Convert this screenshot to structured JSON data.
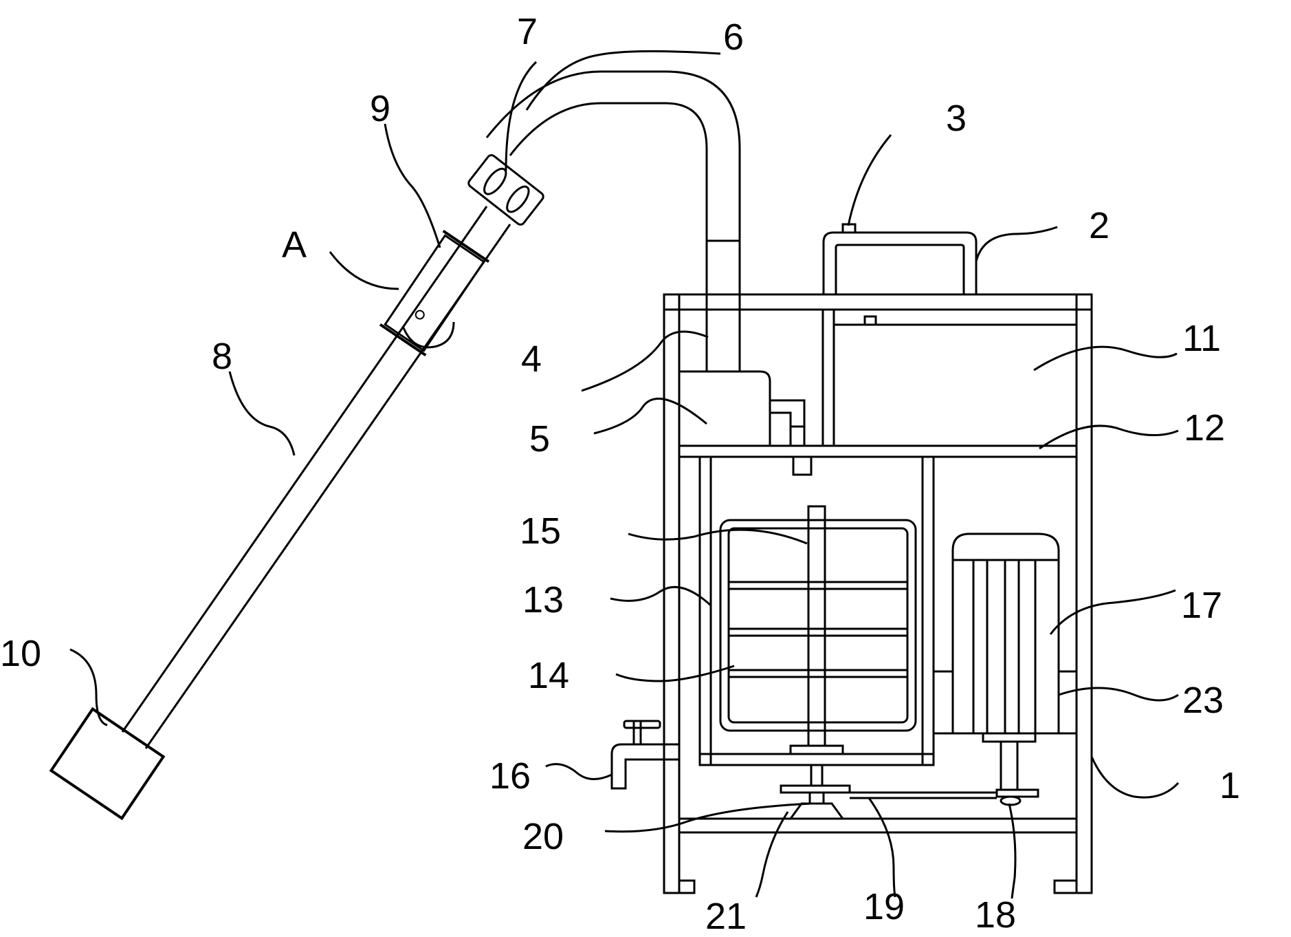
{
  "labels": {
    "l1": "1",
    "l2": "2",
    "l3": "3",
    "l4": "4",
    "l5": "5",
    "l6": "6",
    "l7": "7",
    "l8": "8",
    "l9": "9",
    "l10": "10",
    "l11": "11",
    "l12": "12",
    "l13": "13",
    "l14": "14",
    "l15": "15",
    "l16": "16",
    "l17": "17",
    "l18": "18",
    "l19": "19",
    "l20": "20",
    "l21": "21",
    "l23": "23",
    "lA": "A"
  }
}
